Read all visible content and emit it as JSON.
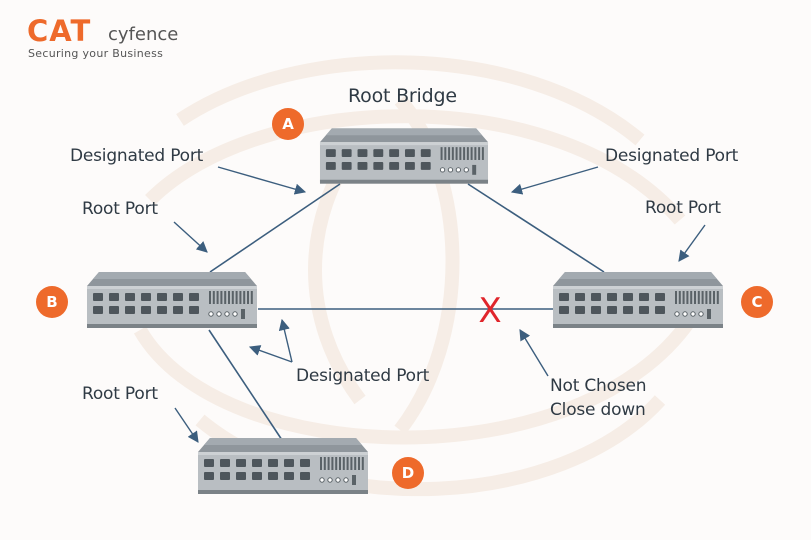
{
  "brand": {
    "mark": "CAT",
    "name": "cyfence",
    "tagline": "Securing your Business",
    "accent": "#ee6a2b",
    "text_color": "#4a4a4a"
  },
  "title": "Root Bridge",
  "nodes": [
    {
      "id": "A",
      "icon": "switch-icon"
    },
    {
      "id": "B",
      "icon": "switch-icon"
    },
    {
      "id": "C",
      "icon": "switch-icon"
    },
    {
      "id": "D",
      "icon": "switch-icon"
    }
  ],
  "labels": {
    "designated_port_a_left": "Designated Port",
    "designated_port_a_right": "Designated Port",
    "root_port_b": "Root Port",
    "root_port_c": "Root Port",
    "designated_port_b": "Designated Port",
    "root_port_d": "Root Port",
    "not_chosen_line1": "Not Chosen",
    "not_chosen_line2": "Close down"
  },
  "blocked_link": {
    "from": "B",
    "to": "C",
    "marker": "X",
    "marker_color": "#e0252b"
  },
  "colors": {
    "link": "#3c5e7e",
    "arrow": "#3c5e7e",
    "label": "#2f3a44",
    "badge": "#ee6a2b"
  }
}
